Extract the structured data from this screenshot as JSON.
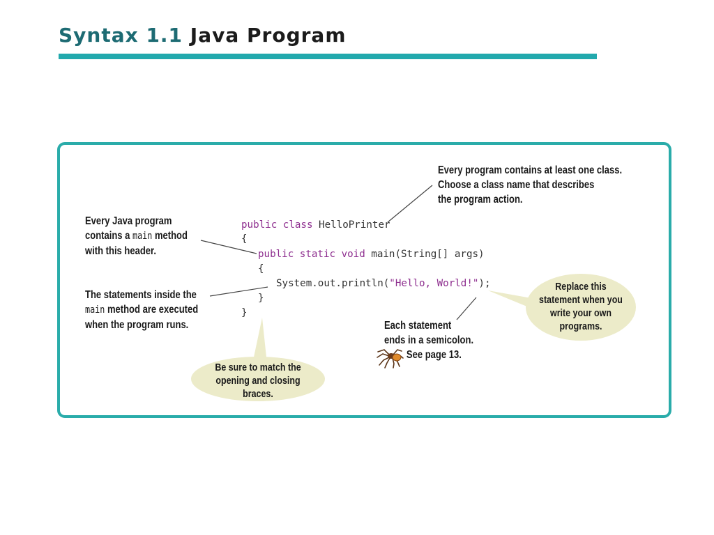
{
  "title": {
    "prefix": "Syntax 1.1",
    "main": "Java Program"
  },
  "colors": {
    "accent": "#22a9ad",
    "title_prefix": "#1d6b73",
    "code_keyword": "#8e2f8f",
    "bubble_fill": "#ecebc9"
  },
  "code": {
    "line1": {
      "kw": "public class",
      "rest": " HelloPrinter"
    },
    "line2": "{",
    "line3": {
      "kw": "public static void",
      "rest": " main(String[] args)"
    },
    "line4": "{",
    "line5": {
      "pre": "System.out.println(",
      "str": "\"Hello, World!\"",
      "post": ");"
    },
    "line6": "}",
    "line7": "}"
  },
  "annotations": {
    "class_note": [
      "Every program contains at least one class.",
      "Choose a class name that describes",
      "the program action."
    ],
    "main_note": {
      "line1": "Every Java program",
      "line2_pre": "contains a ",
      "line2_code": "main",
      "line2_post": " method",
      "line3": "with this header."
    },
    "statements_note": {
      "line1": "The statements inside the",
      "line2_code": "main",
      "line2_post": " method are executed",
      "line3": "when the program runs."
    },
    "semicolon_note": [
      "Each statement",
      "ends in a semicolon.",
      "See page 13."
    ]
  },
  "bubbles": {
    "replace": [
      "Replace this",
      "statement when you",
      "write your own",
      "programs."
    ],
    "braces": [
      "Be sure to match the",
      "opening and closing braces."
    ]
  },
  "icons": {
    "spider": "spider-icon"
  }
}
